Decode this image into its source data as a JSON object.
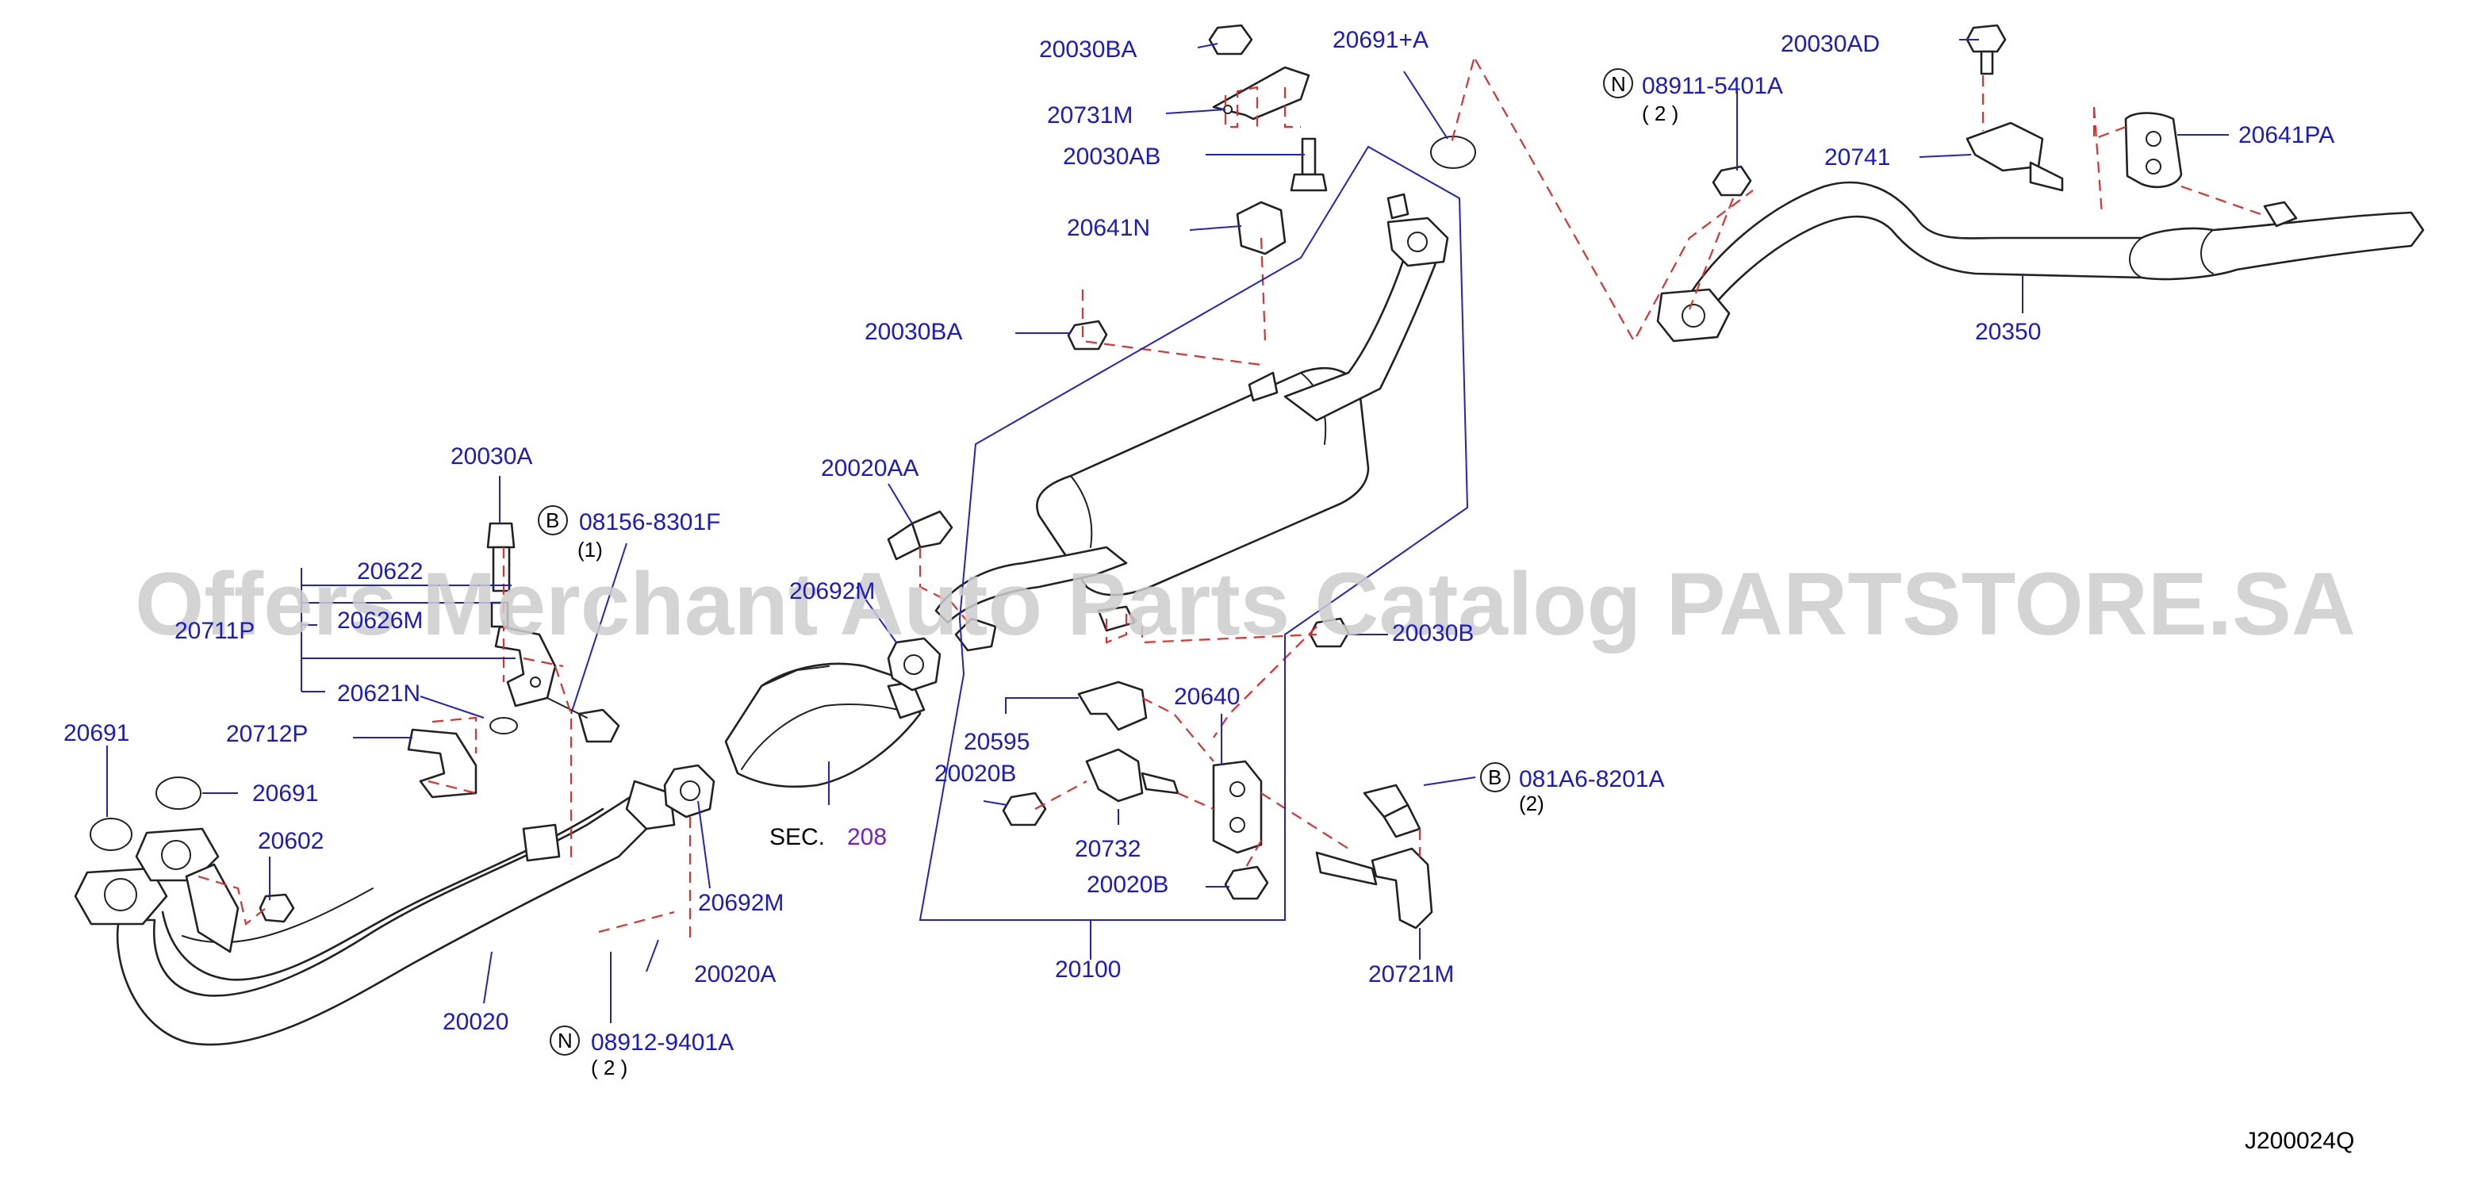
{
  "diagram_id": "J200024Q",
  "watermark": "Offers Merchant Auto Parts Catalog PARTSTORE.SA",
  "section_ref": {
    "prefix": "SEC.",
    "number": "208"
  },
  "callouts": {
    "p20030BA_top": "20030BA",
    "p20731M": "20731M",
    "p20030AB": "20030AB",
    "p20641N": "20641N",
    "p20030BA_mid": "20030BA",
    "p20691A": "20691+A",
    "p08911": "08911-5401A",
    "p08911_qty": "( 2 )",
    "p20030AD": "20030AD",
    "p20741": "20741",
    "p20641PA": "20641PA",
    "p20350": "20350",
    "p20030A": "20030A",
    "p08156": "08156-8301F",
    "p08156_qty": "(1)",
    "p20622": "20622",
    "p20626M": "20626M",
    "p20711P": "20711P",
    "p20621N": "20621N",
    "p20712P": "20712P",
    "p20691_left": "20691",
    "p20691_mid": "20691",
    "p20602": "20602",
    "p20020": "20020",
    "p20020AA": "20020AA",
    "p20692M_top": "20692M",
    "p20692M_bot": "20692M",
    "p20020A": "20020A",
    "p08912": "08912-9401A",
    "p08912_qty": "( 2 )",
    "p20030B": "20030B",
    "p20640": "20640",
    "p20595": "20595",
    "p20020B_top": "20020B",
    "p20732": "20732",
    "p20020B_bot": "20020B",
    "p20100": "20100",
    "p081A6": "081A6-8201A",
    "p081A6_qty": "(2)",
    "p20721M": "20721M"
  },
  "circle_markers": {
    "bolt": "B",
    "nut": "N"
  },
  "colors": {
    "label": "#1a1acc",
    "dashed_leader": "#e03030",
    "section": "#7a1ad6",
    "watermark": "#cccccc"
  }
}
